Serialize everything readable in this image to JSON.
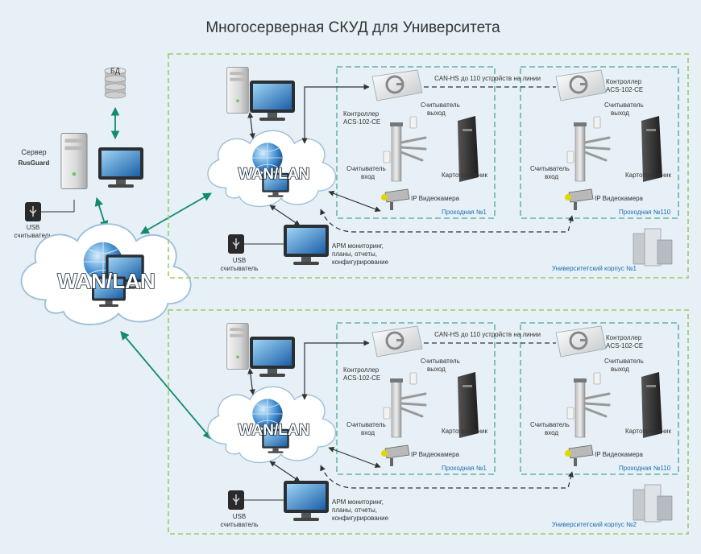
{
  "title": "Многосерверная СКУД для Университета",
  "server": {
    "db_label": "БД",
    "label": "Сервер",
    "logo_text": "RusGuard",
    "usb_label_line1": "USB",
    "usb_label_line2": "считыватель"
  },
  "central_wan": "WAN/LAN",
  "colors": {
    "background": "#e6f0f6",
    "building_border": "#9ccc65",
    "checkpoint_border": "#4aa89a",
    "arrow_main": "#138a6f",
    "arrow_local": "#333333",
    "caption_blue": "#1f6fb2"
  },
  "buildings": [
    {
      "caption": "Университетский корпус №1",
      "wan": "WAN/LAN",
      "usb_line1": "USB",
      "usb_line2": "считыватель",
      "arm_line1": "АРМ мониторинг,",
      "arm_line2": "планы, отчеты,",
      "arm_line3": "конфигурирование",
      "can_label": "CAN-HS до 110 устройств на линии",
      "checkpoints": [
        {
          "controller_line1": "Контроллер",
          "controller_line2": "ACS-102-CE",
          "reader_exit_line1": "Считыватель",
          "reader_exit_line2": "выход",
          "reader_entry_line1": "Считыватель",
          "reader_entry_line2": "вход",
          "card_reader": "Картоприёмник",
          "camera": "IP Видеокамера",
          "name": "Проходная №1"
        },
        {
          "controller_line1": "Контроллер",
          "controller_line2": "ACS-102-CE",
          "reader_exit_line1": "Считыватель",
          "reader_exit_line2": "выход",
          "reader_entry_line1": "Считыватель",
          "reader_entry_line2": "вход",
          "card_reader": "Картоприёмник",
          "camera": "IP Видеокамера",
          "name": "Проходная №110"
        }
      ]
    },
    {
      "caption": "Университетский корпус №2",
      "wan": "WAN/LAN",
      "usb_line1": "USB",
      "usb_line2": "считыватель",
      "arm_line1": "АРМ мониторинг,",
      "arm_line2": "планы, отчеты,",
      "arm_line3": "конфигурирование",
      "can_label": "CAN-HS до 110 устройств на линии",
      "checkpoints": [
        {
          "controller_line1": "Контроллер",
          "controller_line2": "ACS-102-CE",
          "reader_exit_line1": "Считыватель",
          "reader_exit_line2": "выход",
          "reader_entry_line1": "Считыватель",
          "reader_entry_line2": "вход",
          "card_reader": "Картоприёмник",
          "camera": "IP Видеокамера",
          "name": "Проходная №1"
        },
        {
          "controller_line1": "Контроллер",
          "controller_line2": "ACS-102-CE",
          "reader_exit_line1": "Считыватель",
          "reader_exit_line2": "выход",
          "reader_entry_line1": "Считыватель",
          "reader_entry_line2": "вход",
          "card_reader": "Картоприёмник",
          "camera": "IP Видеокамера",
          "name": "Проходная №110"
        }
      ]
    }
  ]
}
